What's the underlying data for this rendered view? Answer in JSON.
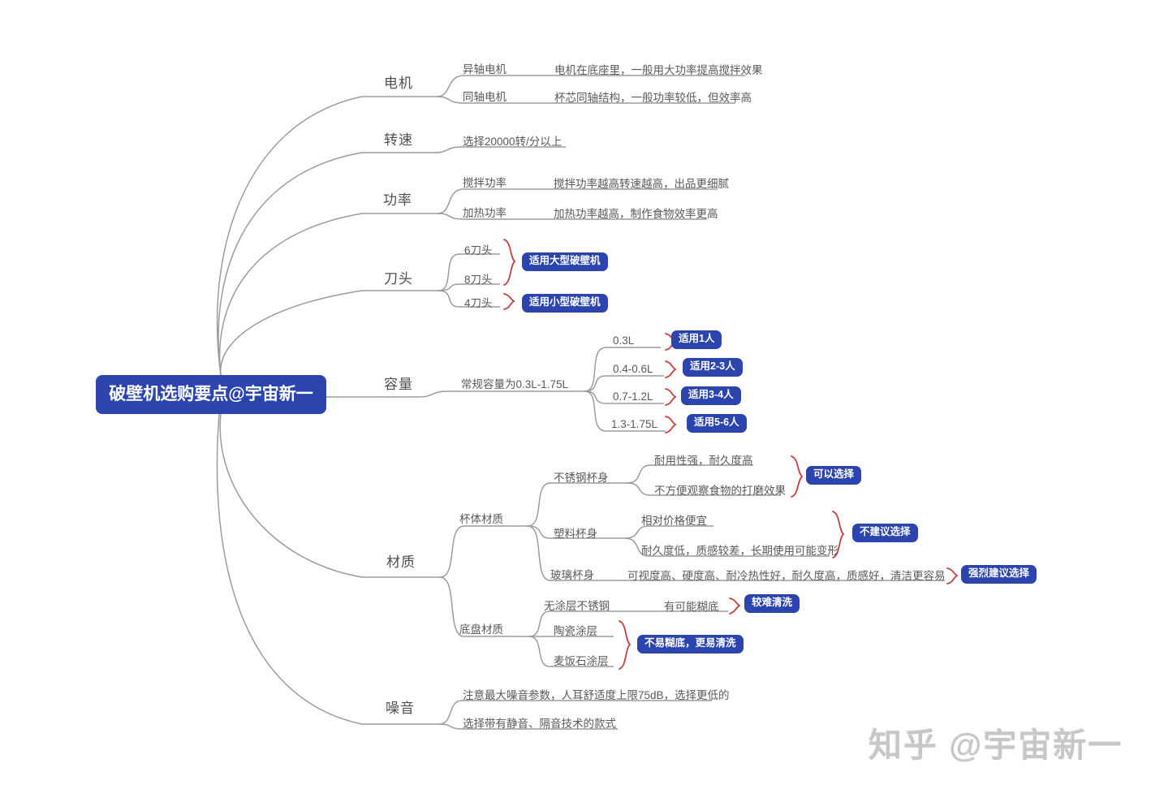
{
  "root": {
    "title": "破壁机选购要点@宇宙新一"
  },
  "watermark": "知乎 @宇宙新一",
  "colors": {
    "node_blue": "#2b44ae",
    "line_gray": "#9c9c9c",
    "text_gray": "#595959",
    "brace_red": "#c74040",
    "background": "#ffffff"
  },
  "branches": {
    "motor": {
      "label": "电机",
      "children": [
        {
          "label": "异轴电机",
          "desc": "电机在底座里，一般用大功率提高搅拌效果"
        },
        {
          "label": "同轴电机",
          "desc": "杯芯同轴结构，一般功率较低，但效率高"
        }
      ]
    },
    "speed": {
      "label": "转速",
      "note": "选择20000转/分以上"
    },
    "power": {
      "label": "功率",
      "children": [
        {
          "label": "搅拌功率",
          "desc": "搅拌功率越高转速越高，出品更细腻"
        },
        {
          "label": "加热功率",
          "desc": "加热功率越高，制作食物效率更高"
        }
      ]
    },
    "blade": {
      "label": "刀头",
      "types": [
        {
          "label": "6刀头"
        },
        {
          "label": "8刀头"
        },
        {
          "label": "4刀头"
        }
      ],
      "badge_large": "适用大型破壁机",
      "badge_small": "适用小型破壁机"
    },
    "capacity": {
      "label": "容量",
      "note": "常规容量为0.3L-1.75L",
      "ranges": [
        {
          "label": "0.3L",
          "badge": "适用1人"
        },
        {
          "label": "0.4-0.6L",
          "badge": "适用2-3人"
        },
        {
          "label": "0.7-1.2L",
          "badge": "适用3-4人"
        },
        {
          "label": "1.3-1.75L",
          "badge": "适用5-6人"
        }
      ]
    },
    "material": {
      "label": "材质",
      "cup": {
        "label": "杯体材质",
        "stainless": {
          "label": "不锈钢杯身",
          "pros": "耐用性强，耐久度高",
          "cons": "不方便观察食物的打磨效果",
          "badge": "可以选择"
        },
        "plastic": {
          "label": "塑料杯身",
          "pros": "相对价格便宜",
          "cons": "耐久度低，质感较差，长期使用可能变形",
          "badge": "不建议选择"
        },
        "glass": {
          "label": "玻璃杯身",
          "desc": "可视度高、硬度高、耐冷热性好，耐久度高，质感好，清洁更容易",
          "badge": "强烈建议选择"
        }
      },
      "base": {
        "label": "底盘材质",
        "uncoated": {
          "label": "无涂层不锈钢",
          "desc": "有可能糊底",
          "badge": "较难清洗"
        },
        "ceramic": {
          "label": "陶瓷涂层"
        },
        "maifan": {
          "label": "麦饭石涂层"
        },
        "coated_badge": "不易糊底，更易清洗"
      }
    },
    "noise": {
      "label": "噪音",
      "notes": [
        "注意最大噪音参数，人耳舒适度上限75dB，选择更低的",
        "选择带有静音、隔音技术的款式"
      ]
    }
  }
}
